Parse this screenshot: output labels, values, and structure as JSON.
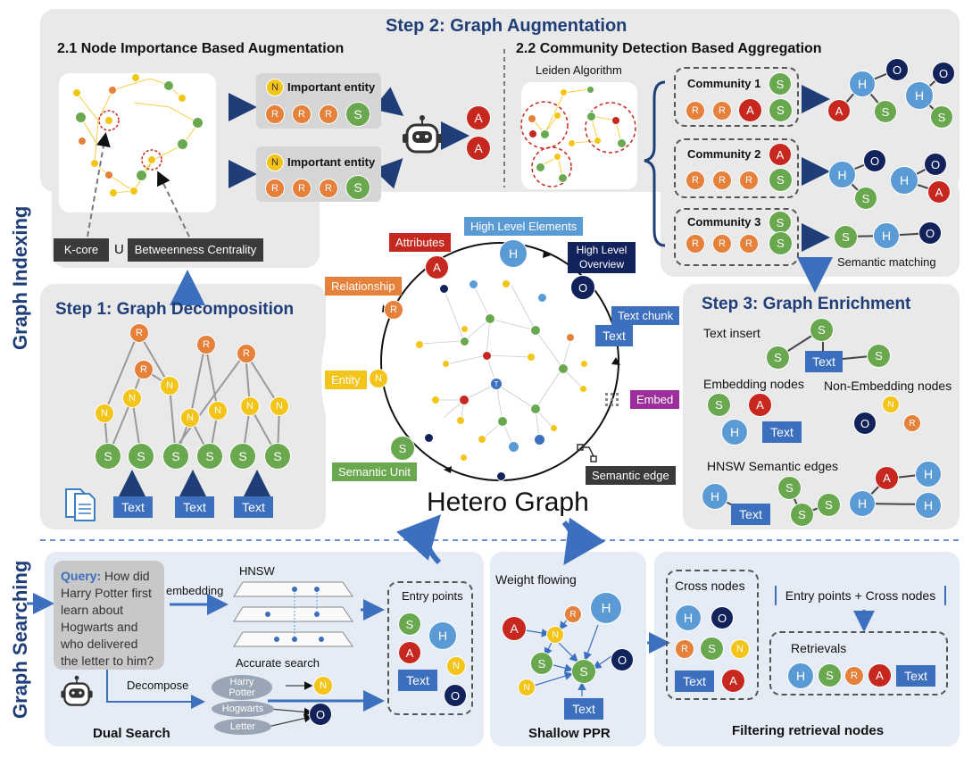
{
  "titles": {
    "graph_indexing": "Graph Indexing",
    "graph_searching": "Graph Searching",
    "step2": "Step 2: Graph Augmentation",
    "step2_1": "2.1 Node Importance Based Augmentation",
    "step2_2": "2.2 Community Detection Based Aggregation",
    "step1": "Step 1: Graph Decomposition",
    "step3": "Step 3: Graph Enrichment",
    "hetero": "Hetero Graph"
  },
  "augmentation": {
    "important_entity": "Important entity",
    "kcore": "K-core",
    "union": "U",
    "betweenness": "Betweenness Centrality",
    "leiden": "Leiden Algorithm",
    "community1": "Community 1",
    "community2": "Community 2",
    "community3": "Community 3",
    "semantic_matching": "Semantic matching"
  },
  "decomposition": {
    "text": "Text"
  },
  "hetero_labels": {
    "attributes": "Attributes",
    "high_level_elements": "High Level Elements",
    "high_level_overview_1": "High Level",
    "high_level_overview_2": "Overview",
    "relationship": "Relationship",
    "text_chunk": "Text chunk",
    "text": "Text",
    "entity": "Entity",
    "embed": "Embed",
    "semantic_unit": "Semantic Unit",
    "semantic_edge": "Semantic edge"
  },
  "enrichment": {
    "text_insert": "Text insert",
    "embedding_nodes": "Embedding nodes",
    "non_embedding_nodes": "Non-Embedding nodes",
    "hnsw_edges": "HNSW Semantic edges",
    "text": "Text"
  },
  "searching": {
    "query_label": "Query:",
    "query_text": "How did Harry Potter first learn about Hogwarts and who delivered the letter to him?",
    "embedding": "embedding",
    "hnsw": "HNSW",
    "accurate_search": "Accurate search",
    "decompose": "Decompose",
    "harry_potter_1": "Harry",
    "harry_potter_2": "Potter",
    "hogwarts": "Hogwarts",
    "letter": "Letter",
    "entry_points": "Entry points",
    "text": "Text",
    "dual_search": "Dual Search",
    "weight_flowing": "Weight flowing",
    "shallow_ppr": "Shallow PPR",
    "cross_nodes": "Cross nodes",
    "entry_plus_cross": "Entry points + Cross nodes",
    "retrievals": "Retrievals",
    "filtering": "Filtering retrieval nodes"
  },
  "colors": {
    "R": "#e5813a",
    "S": "#6aa84f",
    "N": "#f3c419",
    "A": "#c6281f",
    "H": "#5b9bd5",
    "O": "#12235c",
    "T": "#3c6fbd",
    "title": "#1f3e78"
  },
  "node_letters": {
    "R": "R",
    "S": "S",
    "N": "N",
    "A": "A",
    "H": "H",
    "O": "O",
    "T": "T"
  }
}
